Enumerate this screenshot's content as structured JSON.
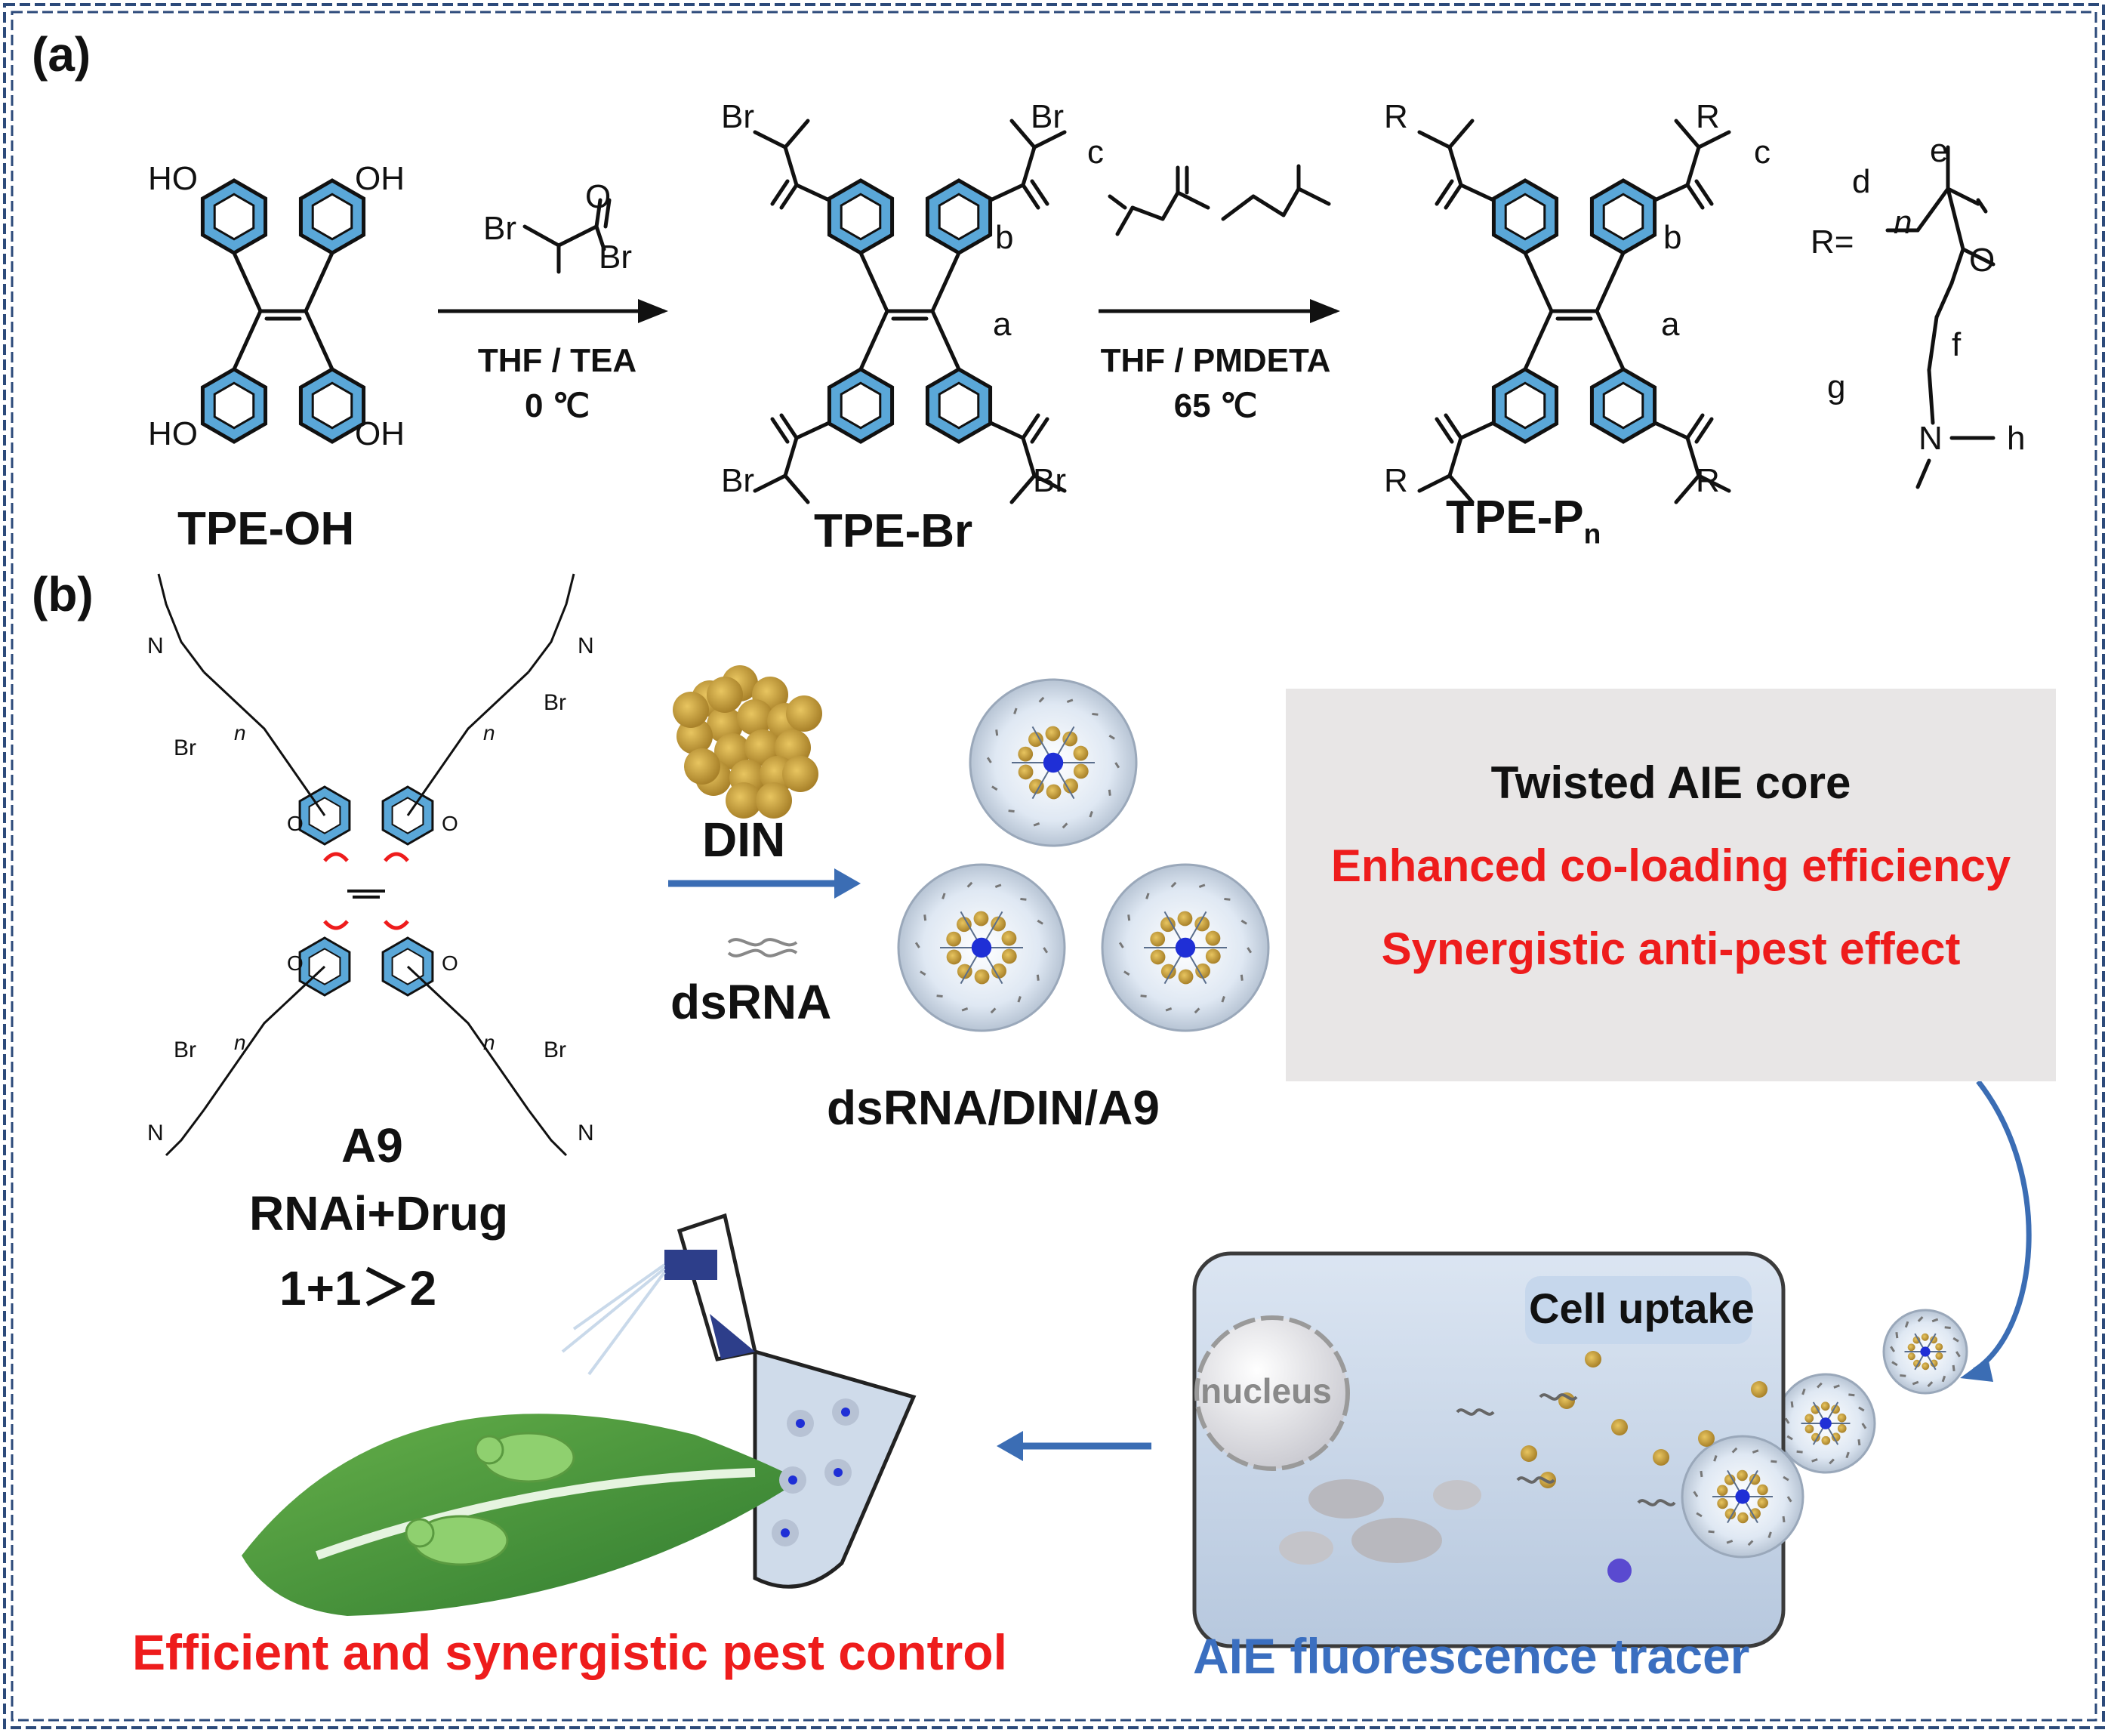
{
  "panels": {
    "a": "(a)",
    "b": "(b)"
  },
  "scheme_a": {
    "compounds": [
      "TPE-OH",
      "TPE-Br",
      "TPE-P",
      "n"
    ],
    "reagent1_atoms": [
      "Br",
      "O",
      "Br"
    ],
    "step1_conditions": [
      "THF / TEA",
      "0 ℃"
    ],
    "step2_conditions": [
      "THF / PMDETA",
      "65 ℃"
    ],
    "oh_labels": [
      "HO",
      "OH",
      "HO",
      "OH"
    ],
    "br_labels": [
      "Br",
      "Br",
      "Br",
      "Br"
    ],
    "r_labels": [
      "R",
      "R",
      "R",
      "R"
    ],
    "positions": [
      "a",
      "b",
      "c",
      "a",
      "b",
      "c"
    ],
    "r_def": {
      "prefix": "R=",
      "n": "n",
      "d": "d",
      "e": "e",
      "f": "f",
      "g": "g",
      "h": "h",
      "N": "N",
      "O": "O"
    }
  },
  "scheme_b": {
    "a9_name": "A9",
    "a9_caption": [
      "RNAi+Drug",
      "1+1＞2"
    ],
    "a9_atoms": {
      "Br": "Br",
      "N": "N",
      "O": "O",
      "n": "n"
    },
    "reagents": [
      "DIN",
      "dsRNA"
    ],
    "complex_name": "dsRNA/DIN/A9",
    "features": [
      "Twisted AIE core",
      "Enhanced co-loading efficiency",
      "Synergistic anti-pest effect"
    ],
    "cell_labels": {
      "uptake": "Cell uptake",
      "nucleus": "nucleus"
    },
    "bottom_captions": {
      "left": "Efficient and synergistic pest control",
      "right": "AIE fluorescence tracer"
    }
  },
  "colors": {
    "ring_fill": "#5aa7d8",
    "accent_red": "#ee1c1c",
    "accent_blue": "#3b6fc0",
    "arrow_blue": "#3b6db4",
    "din_gold": "#c9a13b",
    "leaf_green": "#4a9a3a",
    "frame_blue": "#2c4a7a"
  }
}
